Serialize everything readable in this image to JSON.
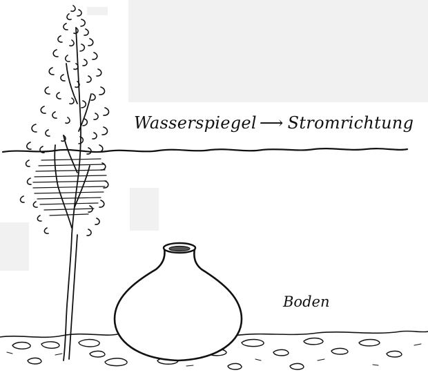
{
  "labels": {
    "water_surface": "Wasserspiegel",
    "flow_direction": "Stromrichtung",
    "ground": "Boden"
  },
  "icons": {
    "flow_arrow": "right-arrow-icon"
  },
  "colors": {
    "ink": "#111111",
    "paper": "#ffffff",
    "scan_patch": "#f1f1f1"
  }
}
